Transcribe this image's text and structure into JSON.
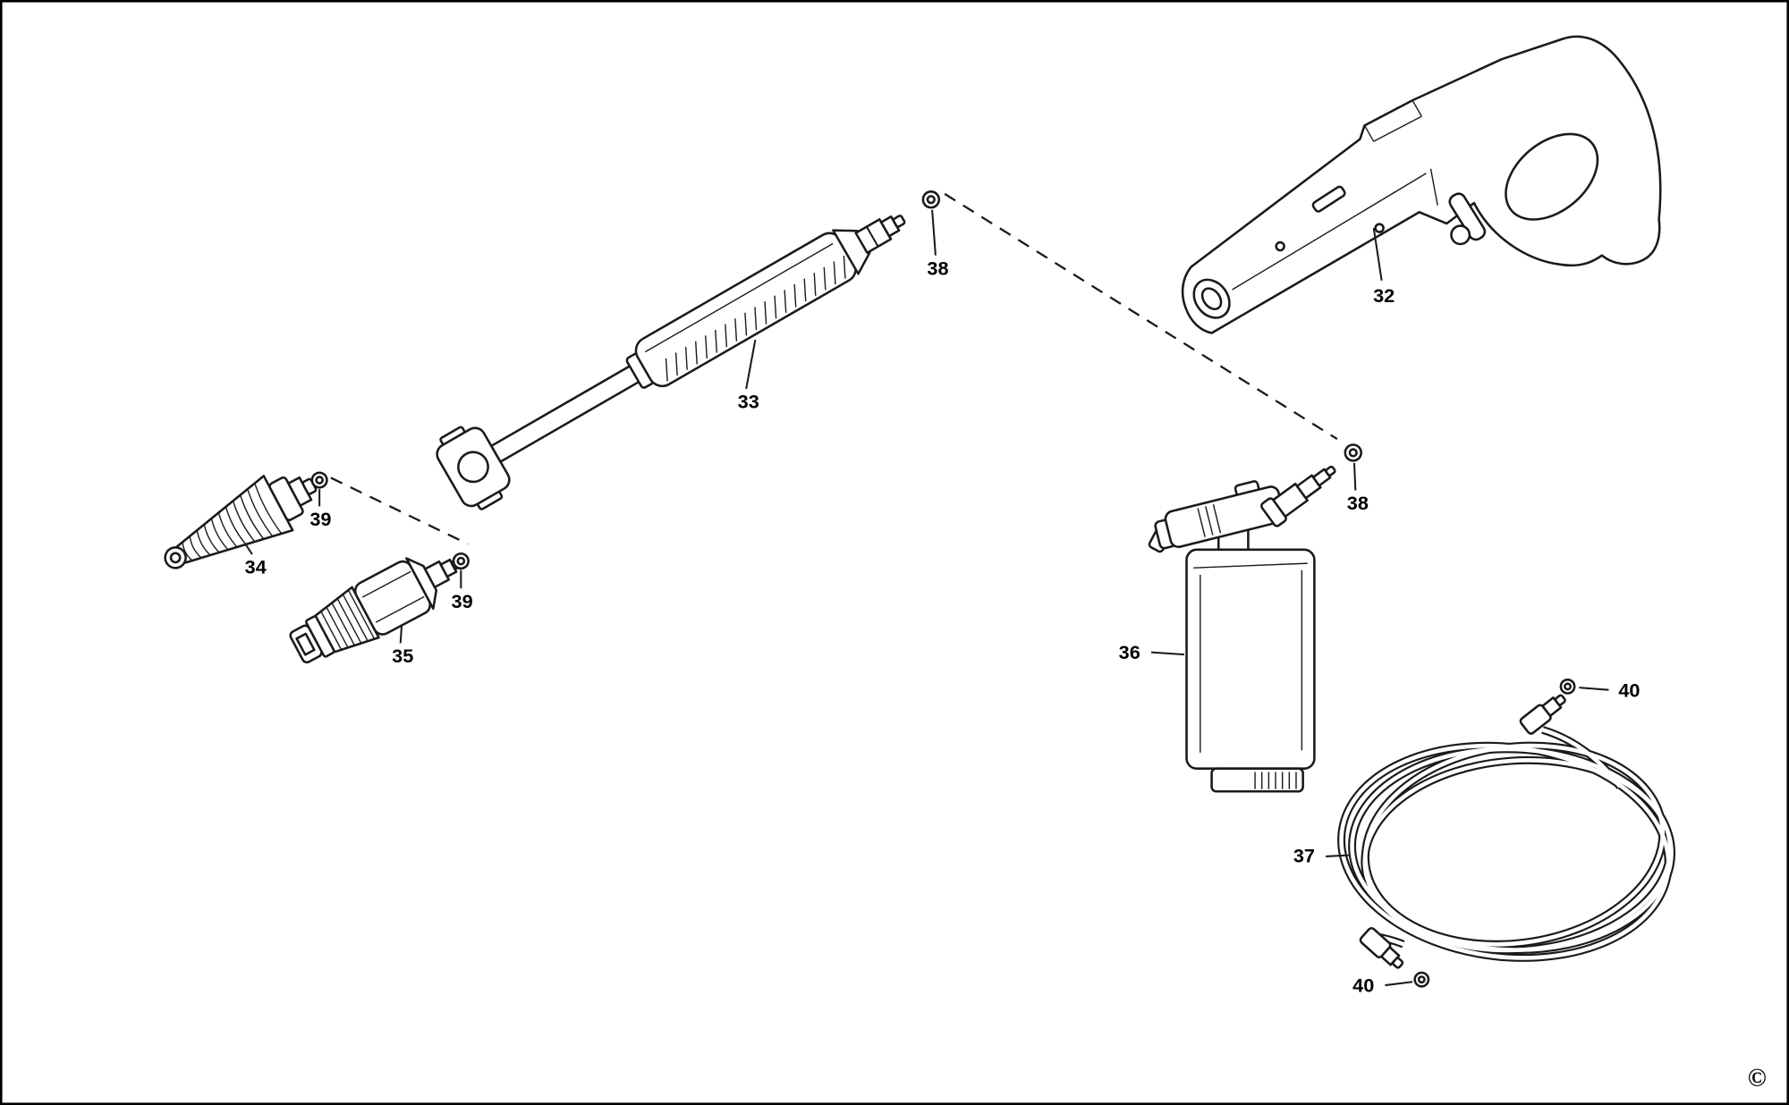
{
  "diagram": {
    "copyright": "©",
    "labels": {
      "l32": "32",
      "l33": "33",
      "l34": "34",
      "l35": "35",
      "l36": "36",
      "l37": "37",
      "l38a": "38",
      "l38b": "38",
      "l39a": "39",
      "l39b": "39",
      "l40a": "40",
      "l40b": "40"
    }
  }
}
